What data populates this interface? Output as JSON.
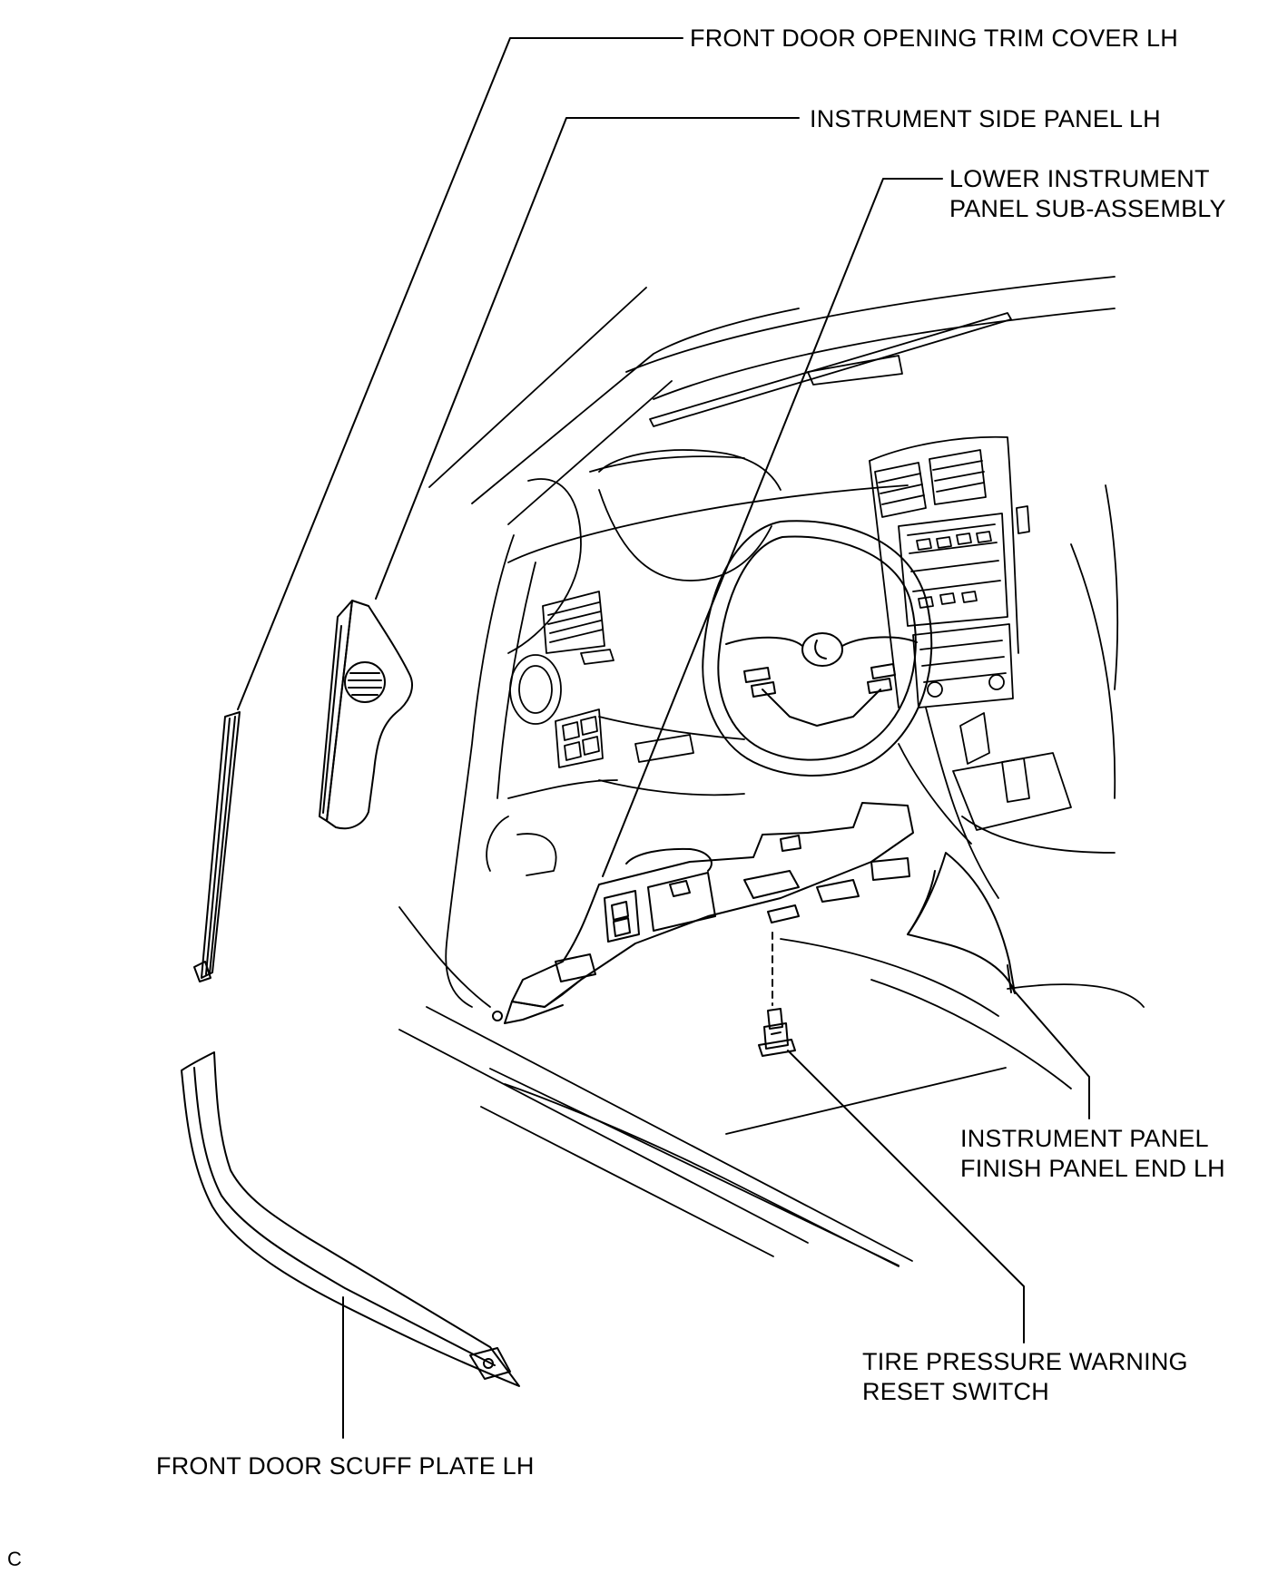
{
  "labels": {
    "front_door_opening_trim_cover_lh": "FRONT DOOR OPENING TRIM COVER LH",
    "instrument_side_panel_lh": "INSTRUMENT SIDE PANEL LH",
    "lower_instrument_panel_line1": "LOWER INSTRUMENT",
    "lower_instrument_panel_line2": "PANEL SUB-ASSEMBLY",
    "instrument_panel_finish_line1": "INSTRUMENT PANEL",
    "instrument_panel_finish_line2": "FINISH PANEL END LH",
    "tire_pressure_line1": "TIRE PRESSURE WARNING",
    "tire_pressure_line2": "RESET SWITCH",
    "front_door_scuff_plate_lh": "FRONT DOOR SCUFF PLATE LH"
  },
  "figure_code": "C",
  "colors": {
    "line": "#000000",
    "background": "#ffffff"
  }
}
